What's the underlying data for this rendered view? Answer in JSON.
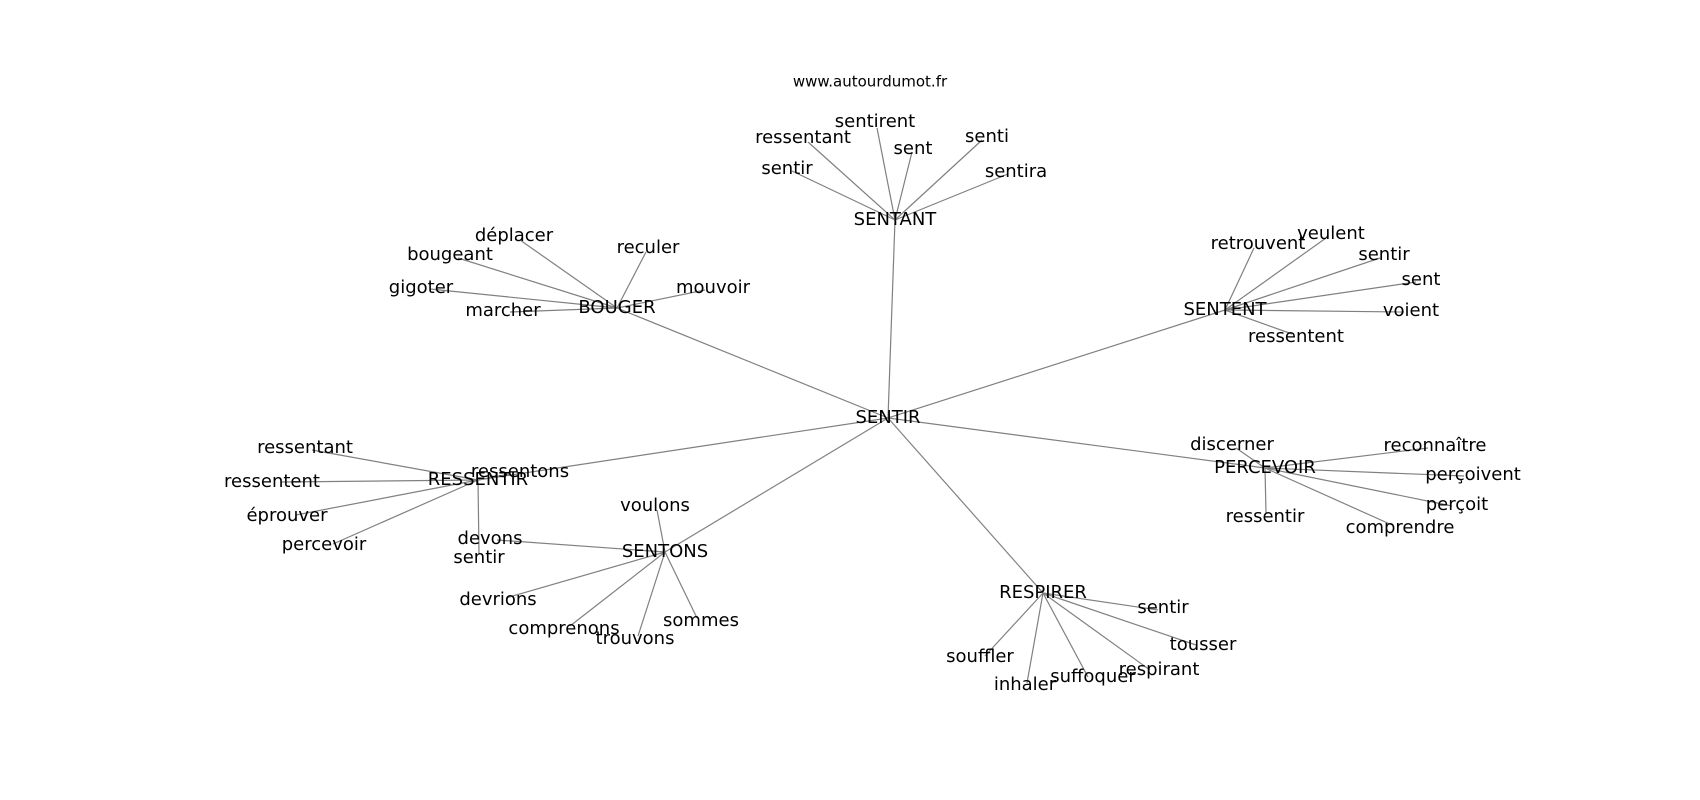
{
  "header": {
    "source": "www.autourdumot.fr"
  },
  "graph": {
    "center": "SENTIR",
    "hubs": [
      {
        "label": "SENTANT",
        "leaves": [
          "sentirent",
          "ressentant",
          "sent",
          "senti",
          "sentir",
          "sentira"
        ]
      },
      {
        "label": "BOUGER",
        "leaves": [
          "déplacer",
          "reculer",
          "bougeant",
          "gigoter",
          "mouvoir",
          "marcher"
        ]
      },
      {
        "label": "SENTENT",
        "leaves": [
          "retrouvent",
          "veulent",
          "sentir",
          "sent",
          "voient",
          "ressentent"
        ]
      },
      {
        "label": "RESSENTIR",
        "leaves": [
          "ressentant",
          "ressentons",
          "ressentent",
          "éprouver",
          "percevoir",
          "sentir"
        ]
      },
      {
        "label": "PERCEVOIR",
        "leaves": [
          "discerner",
          "reconnaître",
          "perçoivent",
          "perçoit",
          "ressentir",
          "comprendre"
        ]
      },
      {
        "label": "SENTONS",
        "leaves": [
          "voulons",
          "devons",
          "devrions",
          "comprenons",
          "trouvons",
          "sommes"
        ]
      },
      {
        "label": "RESPIRER",
        "leaves": [
          "sentir",
          "tousser",
          "respirant",
          "souffler",
          "suffoquer",
          "inhaler"
        ]
      }
    ]
  }
}
